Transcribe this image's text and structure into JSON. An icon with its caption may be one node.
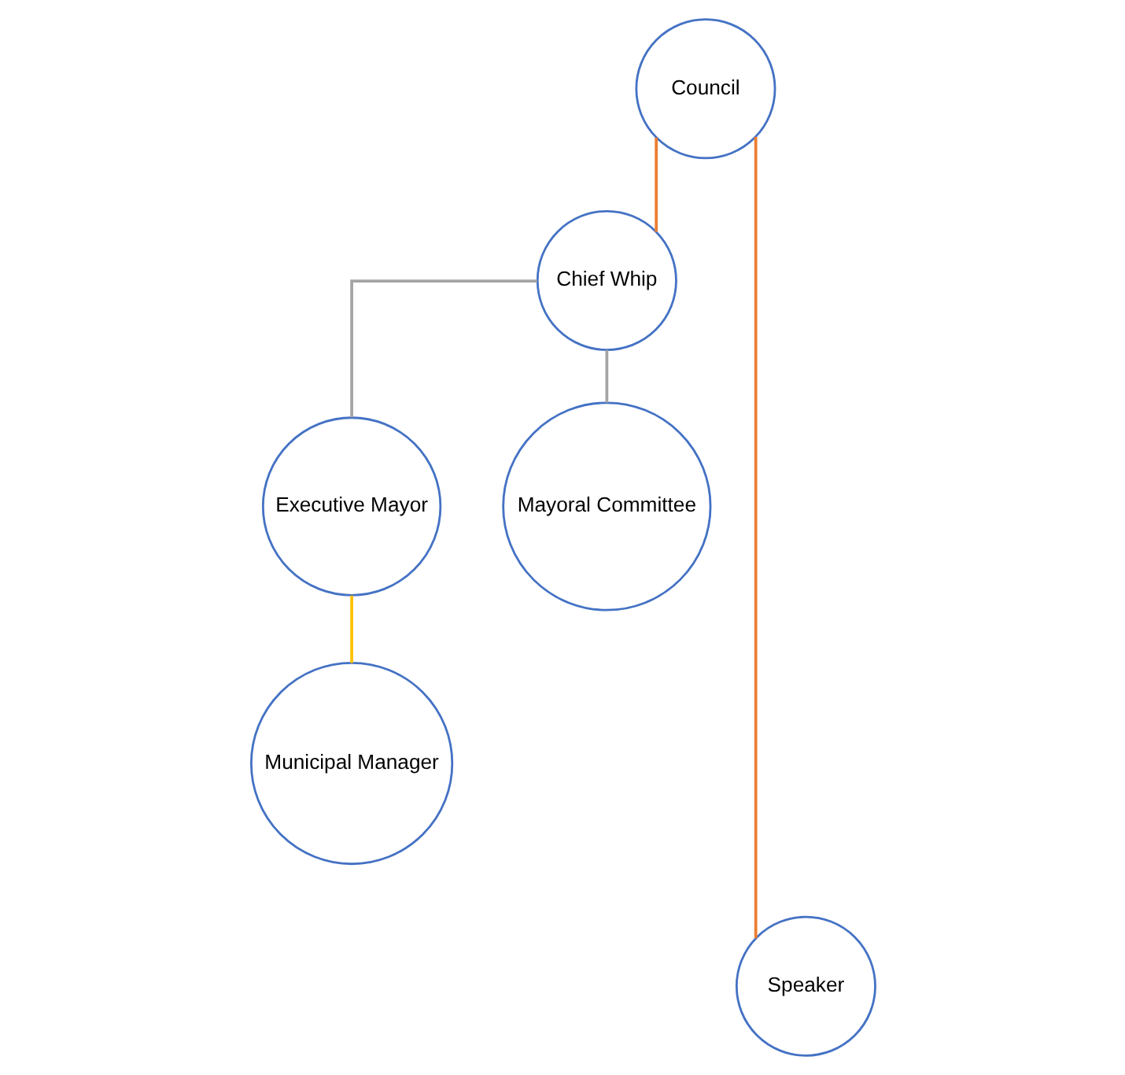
{
  "diagram": {
    "nodes": [
      {
        "text": [
          "Council"
        ]
      },
      {
        "text": [
          "Chief Whip"
        ]
      },
      {
        "text": [
          "Executive Mayor"
        ]
      },
      {
        "text": [
          "Mayoral Committee"
        ]
      },
      {
        "text": [
          "Municipal Manager"
        ]
      },
      {
        "text": [
          "Speaker"
        ]
      }
    ],
    "edges": [
      {
        "from": 0,
        "to": 1,
        "arrow": "none",
        "color": "#ed7d31"
      },
      {
        "from": 0,
        "to": 5,
        "arrow": "none",
        "color": "#ed7d31"
      },
      {
        "from": 1,
        "to": 2,
        "arrow": "none",
        "color": "#a5a5a5"
      },
      {
        "from": 1,
        "to": 3,
        "arrow": "none",
        "color": "#a5a5a5"
      },
      {
        "from": 2,
        "to": 4,
        "arrow": "none",
        "color": "#ffc000"
      }
    ]
  }
}
